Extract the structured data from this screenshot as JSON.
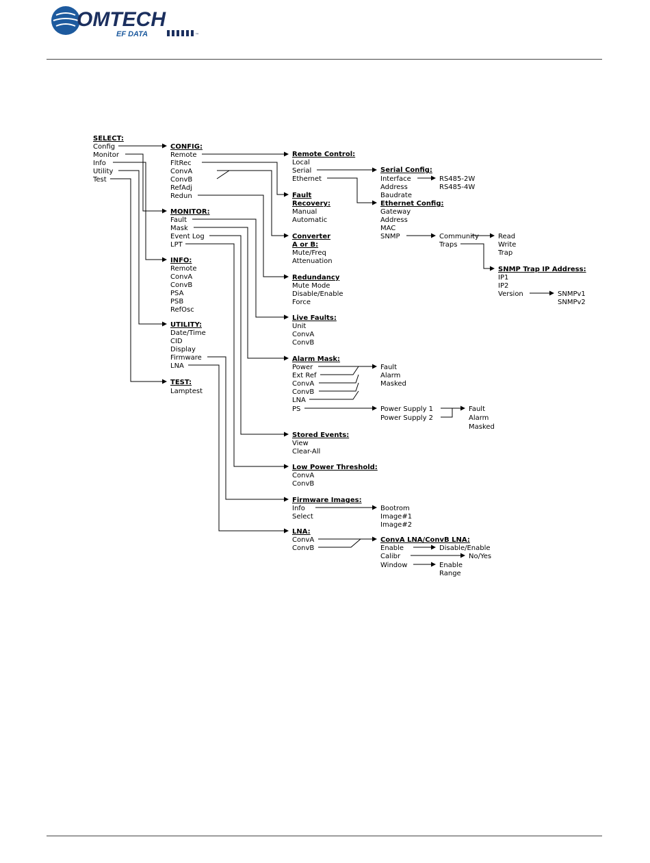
{
  "brand": {
    "name": "OMTECH",
    "sub": "EF DATA",
    "tm": "™",
    "color_blue": "#1d5a9e",
    "color_dark": "#1b2f5e"
  },
  "diagram": {
    "labels": [
      "SELECT:",
      "Config",
      "Monitor",
      "Info",
      "Utility",
      "Test",
      "CONFIG:",
      "Remote",
      "FltRec",
      "ConvA",
      "ConvB",
      "RefAdj",
      "Redun",
      "MONITOR:",
      "Fault",
      "Mask",
      "Event Log",
      "LPT",
      "INFO:",
      "Remote",
      "ConvA",
      "ConvB",
      "PSA",
      "PSB",
      "RefOsc",
      "UTILITY:",
      "Date/Time",
      "CID",
      "Display",
      "Firmware",
      "LNA",
      "TEST:",
      "Lamptest",
      "Remote Control:",
      "Local",
      "Serial",
      "Ethernet",
      "Fault",
      "Recovery:",
      "Manual",
      "Automatic",
      "Converter",
      "A or B:",
      "Mute/Freq",
      "Attenuation",
      "Redundancy",
      "Mute Mode",
      "Disable/Enable",
      "Force",
      "Live Faults:",
      "Unit",
      "ConvA",
      "ConvB",
      "Alarm Mask:",
      "Power",
      "Ext Ref",
      "ConvA",
      "ConvB",
      "LNA",
      "PS",
      "Stored Events:",
      "View",
      "Clear-All",
      "Low Power Threshold:",
      "ConvA",
      "ConvB",
      "Firmware Images:",
      "Info",
      "Select",
      "LNA:",
      "ConvA",
      "ConvB",
      "Serial Config:",
      "Interface",
      "Address",
      "Baudrate",
      "RS485-2W",
      "RS485-4W",
      "Ethernet Config:",
      "Gateway",
      "Address",
      "MAC",
      "SNMP",
      "Community",
      "Traps",
      "Read",
      "Write",
      "Trap",
      "SNMP Trap IP Address:",
      "IP1",
      "IP2",
      "Version",
      "SNMPv1",
      "SNMPv2",
      "Fault",
      "Alarm",
      "Masked",
      "Power Supply 1",
      "Power Supply 2",
      "Fault",
      "Alarm",
      "Masked",
      "Bootrom",
      "Image#1",
      "Image#2",
      "ConvA LNA/ConvB LNA:",
      "Enable",
      "Calibr",
      "Window",
      "Disable/Enable",
      "No/Yes",
      "Enable",
      "Range"
    ]
  }
}
